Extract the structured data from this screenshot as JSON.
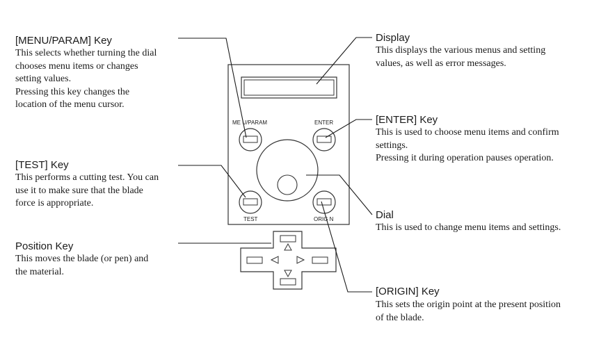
{
  "callouts": {
    "menu_param": {
      "title": "[MENU/PARAM] Key",
      "desc": "This selects whether turning the dial\nchooses menu items or changes\nsetting values.\nPressing this key changes the\nlocation of the menu cursor."
    },
    "test": {
      "title": "[TEST] Key",
      "desc": "This performs a cutting test. You can\nuse it to make sure that the blade\nforce is appropriate."
    },
    "position": {
      "title": "Position Key",
      "desc": "This moves the blade (or pen) and\nthe material."
    },
    "display": {
      "title": "Display",
      "desc": "This displays the various menus and setting\nvalues, as well as error messages."
    },
    "enter": {
      "title": "[ENTER] Key",
      "desc": "This is used to choose menu items and confirm\nsettings.\nPressing it during operation pauses operation."
    },
    "dial": {
      "title": "Dial",
      "desc": "This is used to change menu items and settings."
    },
    "origin": {
      "title": "[ORIGIN] Key",
      "desc": "This sets the origin point at the present position\nof the blade."
    }
  },
  "panel": {
    "menu_param_label": "ME U/PARAM",
    "enter_label": "ENTER",
    "test_label": "TEST",
    "origin_label": "ORIG N"
  }
}
